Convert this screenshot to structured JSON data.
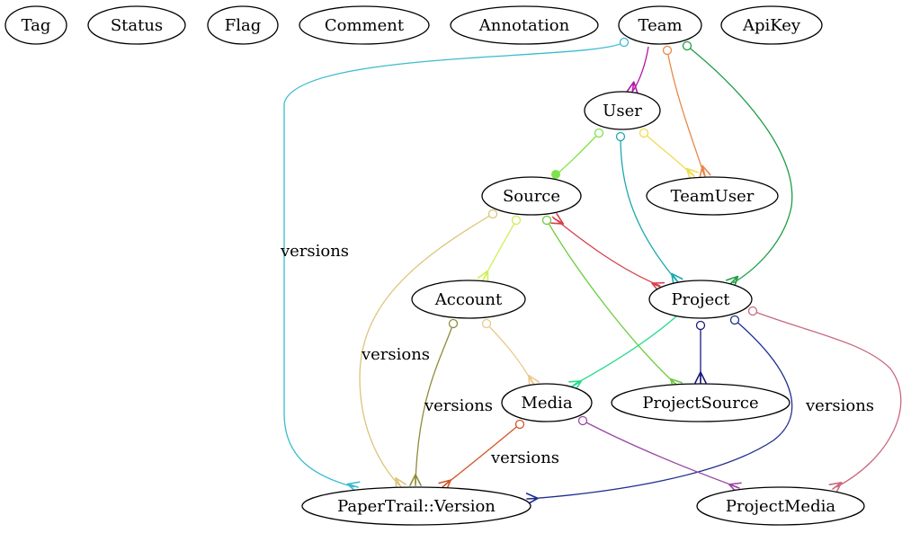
{
  "diagram": {
    "nodes": [
      {
        "id": "tag",
        "label": "Tag"
      },
      {
        "id": "status",
        "label": "Status"
      },
      {
        "id": "flag",
        "label": "Flag"
      },
      {
        "id": "comment",
        "label": "Comment"
      },
      {
        "id": "annotation",
        "label": "Annotation"
      },
      {
        "id": "team",
        "label": "Team"
      },
      {
        "id": "apikey",
        "label": "ApiKey"
      },
      {
        "id": "user",
        "label": "User"
      },
      {
        "id": "source",
        "label": "Source"
      },
      {
        "id": "teamuser",
        "label": "TeamUser"
      },
      {
        "id": "account",
        "label": "Account"
      },
      {
        "id": "project",
        "label": "Project"
      },
      {
        "id": "media",
        "label": "Media"
      },
      {
        "id": "projectsource",
        "label": "ProjectSource"
      },
      {
        "id": "papertrail",
        "label": "PaperTrail::Version"
      },
      {
        "id": "projectmedia",
        "label": "ProjectMedia"
      }
    ],
    "edges": [
      {
        "from": "team",
        "to": "papertrail",
        "label": "versions",
        "color": "#3bbbd0"
      },
      {
        "from": "team",
        "to": "user",
        "label": "",
        "color": "#b01aa8"
      },
      {
        "from": "team",
        "to": "teamuser",
        "label": "",
        "color": "#e8884a"
      },
      {
        "from": "team",
        "to": "project",
        "label": "",
        "color": "#1d9e45"
      },
      {
        "from": "user",
        "to": "source",
        "label": "",
        "color": "#7fe34a"
      },
      {
        "from": "user",
        "to": "teamuser",
        "label": "",
        "color": "#f0dc50"
      },
      {
        "from": "user",
        "to": "project",
        "label": "",
        "color": "#1ea8b0"
      },
      {
        "from": "source",
        "to": "papertrail",
        "label": "versions",
        "color": "#dcc47a"
      },
      {
        "from": "source",
        "to": "account",
        "label": "",
        "color": "#cdf055"
      },
      {
        "from": "source",
        "to": "projectsource",
        "label": "",
        "color": "#6ccd3e"
      },
      {
        "from": "source",
        "to": "project",
        "label": "",
        "color": "#d8404a"
      },
      {
        "from": "account",
        "to": "papertrail",
        "label": "versions",
        "color": "#8e8c3a"
      },
      {
        "from": "account",
        "to": "media",
        "label": "",
        "color": "#ecc88c"
      },
      {
        "from": "project",
        "to": "media",
        "label": "",
        "color": "#22dc88"
      },
      {
        "from": "project",
        "to": "projectsource",
        "label": "",
        "color": "#1a1a7a"
      },
      {
        "from": "project",
        "to": "papertrail",
        "label": "versions",
        "color": "#1e2d8e"
      },
      {
        "from": "project",
        "to": "projectmedia",
        "label": "",
        "color": "#c86a7e"
      },
      {
        "from": "media",
        "to": "papertrail",
        "label": "versions",
        "color": "#cf5526"
      },
      {
        "from": "media",
        "to": "projectmedia",
        "label": "",
        "color": "#9a48a4"
      }
    ]
  }
}
